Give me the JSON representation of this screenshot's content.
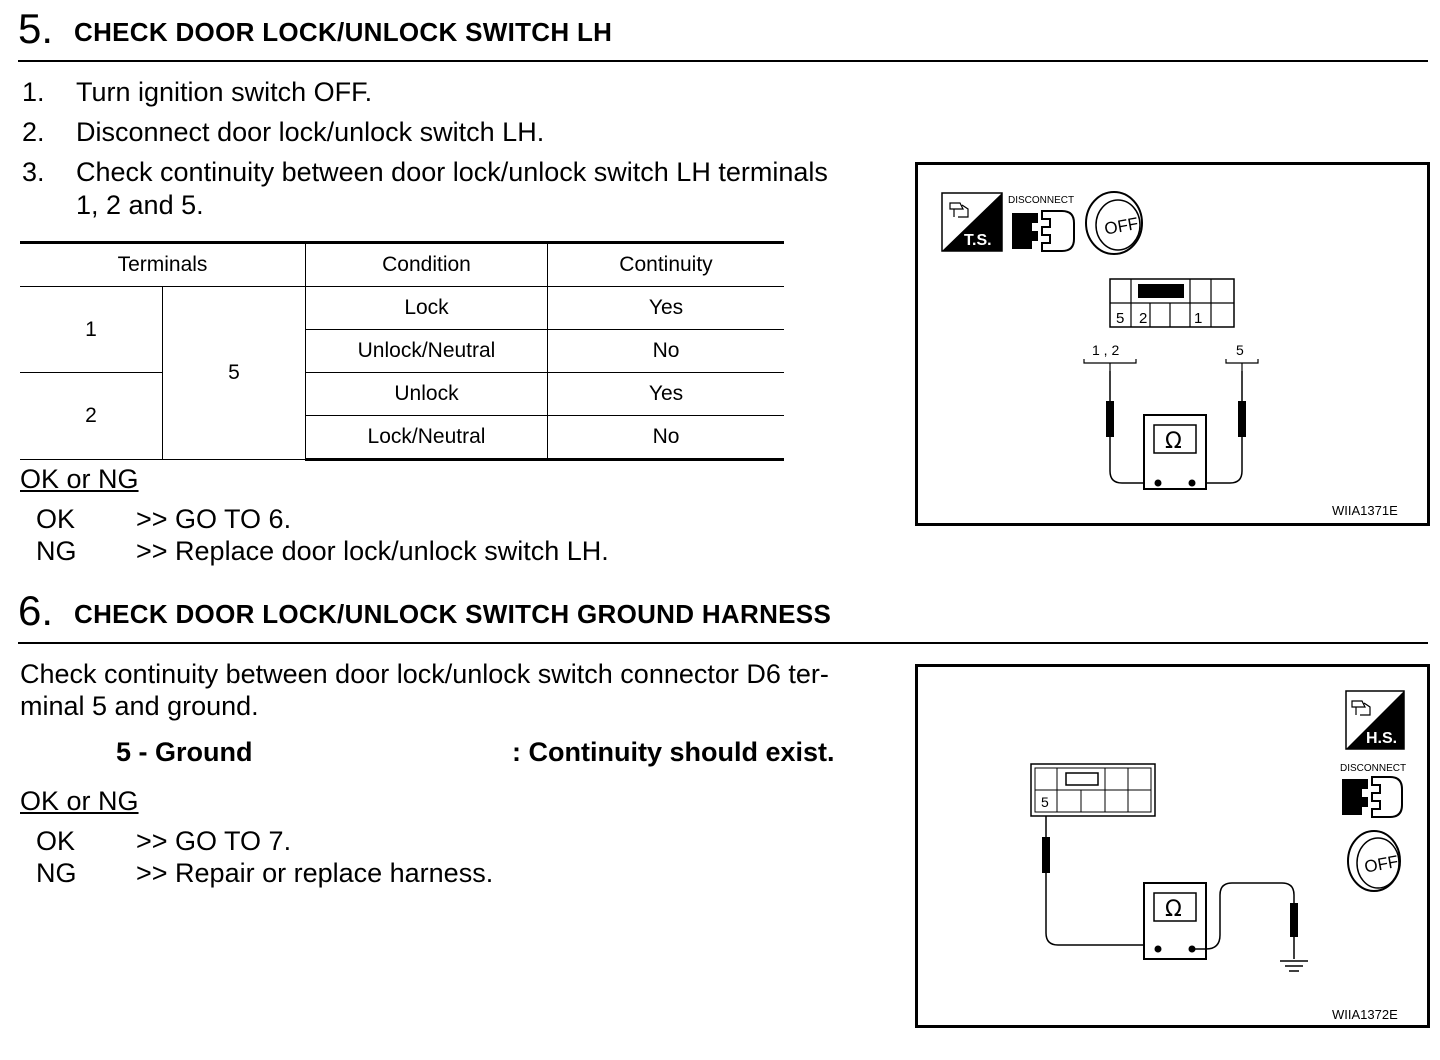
{
  "step5": {
    "number": "5.",
    "title": "CHECK DOOR LOCK/UNLOCK SWITCH LH",
    "list": [
      {
        "num": "1.",
        "text": "Turn ignition switch OFF."
      },
      {
        "num": "2.",
        "text": "Disconnect door lock/unlock switch LH."
      },
      {
        "num": "3.",
        "text": "Check continuity between door lock/unlock switch LH terminals",
        "text2": "1, 2 and 5."
      }
    ],
    "table": {
      "headers": [
        "Terminals",
        "Condition",
        "Continuity"
      ],
      "terminal_a": [
        "1",
        "2"
      ],
      "terminal_b": "5",
      "rows": [
        {
          "condition": "Lock",
          "continuity": "Yes"
        },
        {
          "condition": "Unlock/Neutral",
          "continuity": "No"
        },
        {
          "condition": "Unlock",
          "continuity": "Yes"
        },
        {
          "condition": "Lock/Neutral",
          "continuity": "No"
        }
      ]
    },
    "result_heading": "OK or NG",
    "ok_label": "OK",
    "ok_text": ">> GO TO 6.",
    "ng_label": "NG",
    "ng_text": ">> Replace door lock/unlock switch LH.",
    "figure": {
      "badge": "T.S.",
      "disconnect": "DISCONNECT",
      "off": "OFF",
      "pins": [
        "5",
        "2",
        "1"
      ],
      "probe_left": "1 , 2",
      "probe_right": "5",
      "meter": "Ω",
      "code": "WIIA1371E"
    }
  },
  "step6": {
    "number": "6.",
    "title": "CHECK DOOR LOCK/UNLOCK SWITCH GROUND HARNESS",
    "para1": "Check continuity between door lock/unlock switch connector D6 ter-",
    "para2": "minal 5 and ground.",
    "spec_label": "5 - Ground",
    "spec_value": ": Continuity should exist.",
    "result_heading": "OK or NG",
    "ok_label": "OK",
    "ok_text": ">> GO TO 7.",
    "ng_label": "NG",
    "ng_text": ">> Repair or replace harness.",
    "figure": {
      "badge": "H.S.",
      "disconnect": "DISCONNECT",
      "off": "OFF",
      "pin": "5",
      "meter": "Ω",
      "code": "WIIA1372E"
    }
  }
}
